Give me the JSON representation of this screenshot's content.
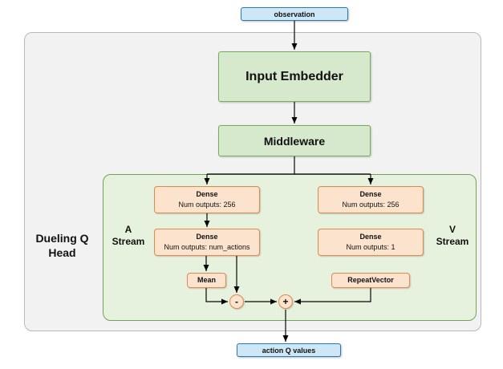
{
  "diagram": {
    "observation": "observation",
    "input_embedder": "Input Embedder",
    "middleware": "Middleware",
    "dueling_head_label": "Dueling Q Head",
    "a_stream": {
      "label": "A Stream",
      "dense1": {
        "title": "Dense",
        "subtitle": "Num outputs: 256"
      },
      "dense2": {
        "title": "Dense",
        "subtitle": "Num outputs: num_actions"
      },
      "mean": "Mean",
      "minus": "-"
    },
    "v_stream": {
      "label": "V Stream",
      "dense1": {
        "title": "Dense",
        "subtitle": "Num outputs: 256"
      },
      "dense2": {
        "title": "Dense",
        "subtitle": "Num outputs: 1"
      },
      "repeat_vector": "RepeatVector",
      "plus": "+"
    },
    "action_q_values": "action Q values"
  },
  "colors": {
    "blue_fill": "#cde7f7",
    "blue_border": "#2878b5",
    "green_fill": "#d7e9cd",
    "green_border": "#78ab5c",
    "green_container_fill": "#e7f2de",
    "green_container_border": "#6fa457",
    "orange_fill": "#fbe3cd",
    "orange_border": "#e2884e",
    "gray_fill": "#f2f2f2",
    "gray_border": "#b9b9b9"
  }
}
